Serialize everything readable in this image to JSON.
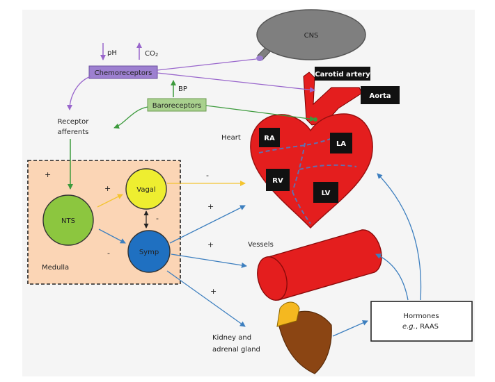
{
  "diagram": {
    "nodes": {
      "cns": "CNS",
      "chemoreceptors": "Chemoreceptors",
      "baroreceptors": "Baroreceptors",
      "ph": "pH",
      "co2_main": "CO",
      "co2_sub": "2",
      "bp": "BP",
      "carotid_artery": "Carotid artery",
      "aorta": "Aorta",
      "heart": "Heart",
      "ra": "RA",
      "la": "LA",
      "rv": "RV",
      "lv": "LV",
      "receptor_afferents_line1": "Receptor",
      "receptor_afferents_line2": "afferents",
      "nts": "NTS",
      "vagal": "Vagal",
      "symp": "Symp",
      "medulla": "Medulla",
      "vessels": "Vessels",
      "kidney_line1": "Kidney and",
      "kidney_line2": "adrenal gland",
      "hormones_line1": "Hormones",
      "hormones_line2_italic": "e.g.",
      "hormones_line2_rest": ", RAAS"
    },
    "signs": {
      "medulla_plus": "+",
      "nts_vagal_plus": "+",
      "nts_symp_minus": "-",
      "vagal_symp_minus": "-",
      "vagal_heart_minus": "-",
      "symp_heart_plus": "+",
      "symp_vessels_plus": "+",
      "symp_kidney_plus": "+"
    },
    "colors": {
      "cns": "#7f7f7f",
      "chemoreceptors": "#9d80d0",
      "baroreceptors": "#a9d18e",
      "heart": "#e41e1e",
      "nts": "#8cc63f",
      "vagal": "#eeee30",
      "symp": "#1f70c1",
      "medulla_bg": "#fbd5b5",
      "kidney": "#8b4513",
      "adrenal": "#f5b820",
      "purple_arrow": "#9966cc",
      "green_arrow": "#3c9a3c",
      "blue_arrow": "#3d7fbf",
      "yellow_arrow": "#f4c430"
    }
  }
}
